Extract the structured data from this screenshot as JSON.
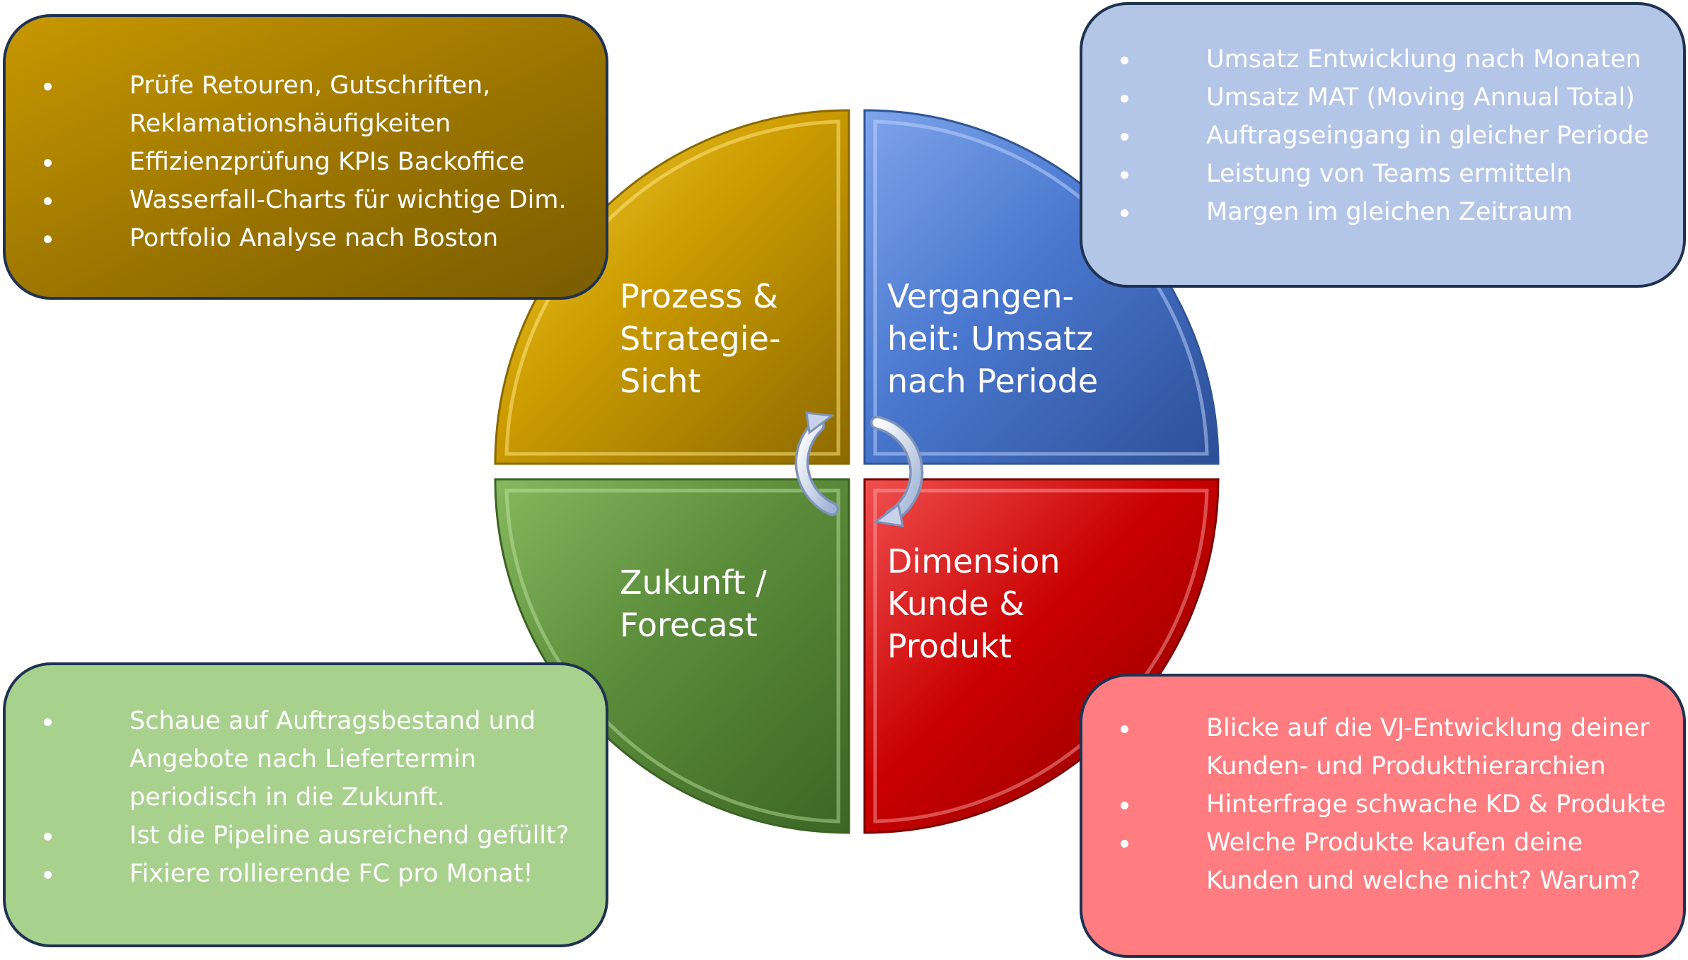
{
  "quadrants": {
    "top_left": {
      "lines": [
        "Prozess &",
        "Strategie-",
        "Sicht"
      ],
      "color": "#c99a00"
    },
    "top_right": {
      "lines": [
        "Vergangen-",
        "heit: Umsatz",
        "nach Periode"
      ],
      "color": "#4472c4"
    },
    "bottom_left": {
      "lines": [
        "Zukunft /",
        "Forecast"
      ],
      "color": "#548235"
    },
    "bottom_right": {
      "lines": [
        "Dimension",
        "Kunde &",
        "Produkt"
      ],
      "color": "#c00000"
    }
  },
  "cycle_icon": "circular-arrows-icon",
  "boxes": {
    "top_left": {
      "color": "#b08500",
      "items": [
        [
          "Prüfe Retouren, Gutschriften,",
          "Reklamationshäufigkeiten"
        ],
        [
          "Effizienzprüfung KPIs Backoffice"
        ],
        [
          "Wasserfall-Charts für wichtige Dim."
        ],
        [
          "Portfolio Analyse nach Boston"
        ]
      ]
    },
    "top_right": {
      "color": "#b4c6e7",
      "items": [
        [
          "Umsatz Entwicklung nach Monaten"
        ],
        [
          "Umsatz MAT (Moving Annual Total)"
        ],
        [
          "Auftragseingang in gleicher Periode"
        ],
        [
          "Leistung von Teams ermitteln"
        ],
        [
          "Margen im gleichen Zeitraum"
        ]
      ]
    },
    "bottom_left": {
      "color": "#a9d18e",
      "items": [
        [
          "Schaue auf Auftragsbestand und",
          "Angebote nach Liefertermin",
          "periodisch in die Zukunft."
        ],
        [
          "Ist die Pipeline ausreichend gefüllt?"
        ],
        [
          "Fixiere rollierende FC pro Monat!"
        ]
      ]
    },
    "bottom_right": {
      "color": "#ff7c80",
      "items": [
        [
          "Blicke auf die VJ-Entwicklung deiner",
          "Kunden- und Produkthierarchien"
        ],
        [
          "Hinterfrage schwache KD & Produkte"
        ],
        [
          "Welche Produkte kaufen deine",
          "Kunden und welche nicht? Warum?"
        ]
      ]
    }
  }
}
